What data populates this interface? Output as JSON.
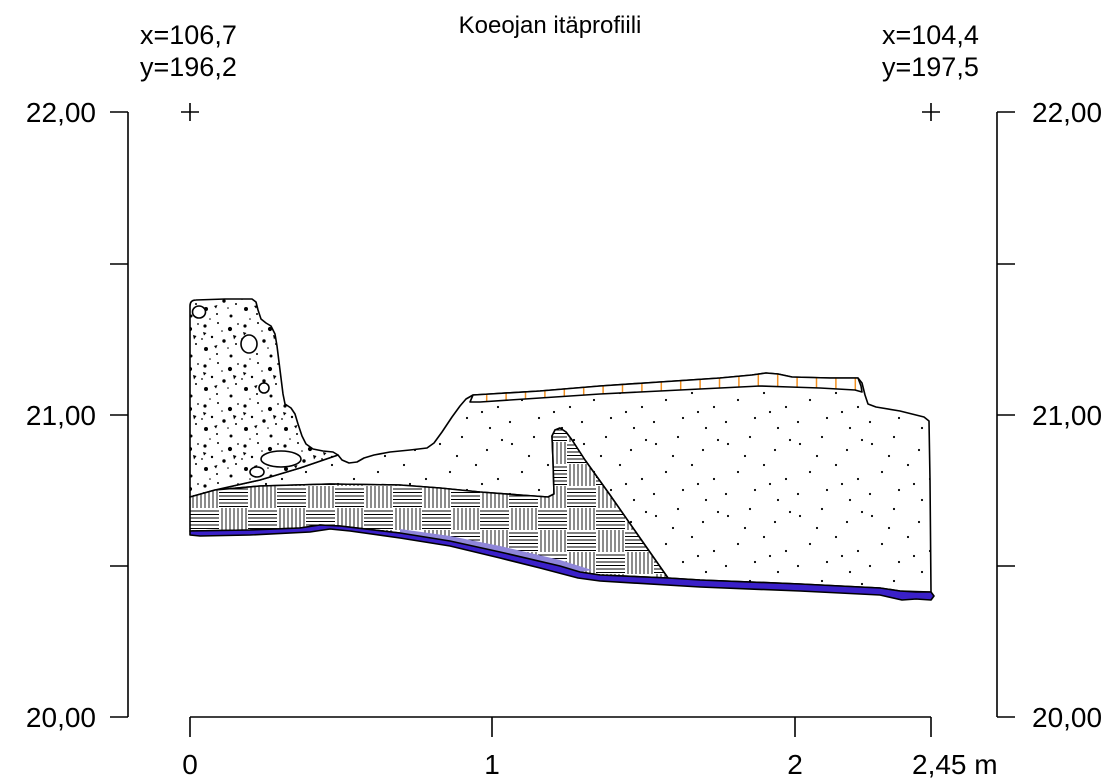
{
  "title": "Koeojan itäprofiili",
  "corner_left": {
    "x": "x=106,7",
    "y": "y=196,2"
  },
  "corner_right": {
    "x": "x=104,4",
    "y": "y=197,5"
  },
  "elevation_axis_left": [
    "22,00",
    "21,00",
    "20,00"
  ],
  "elevation_axis_right": [
    "22,00",
    "21,00",
    "20,00"
  ],
  "distance_axis": [
    "0",
    "1",
    "2",
    "2,45 m"
  ],
  "colors": {
    "bottom_layer": "#3a20c8",
    "bottom_layer_light": "#8f86d9",
    "top_layer_hatch": "#f39020"
  }
}
